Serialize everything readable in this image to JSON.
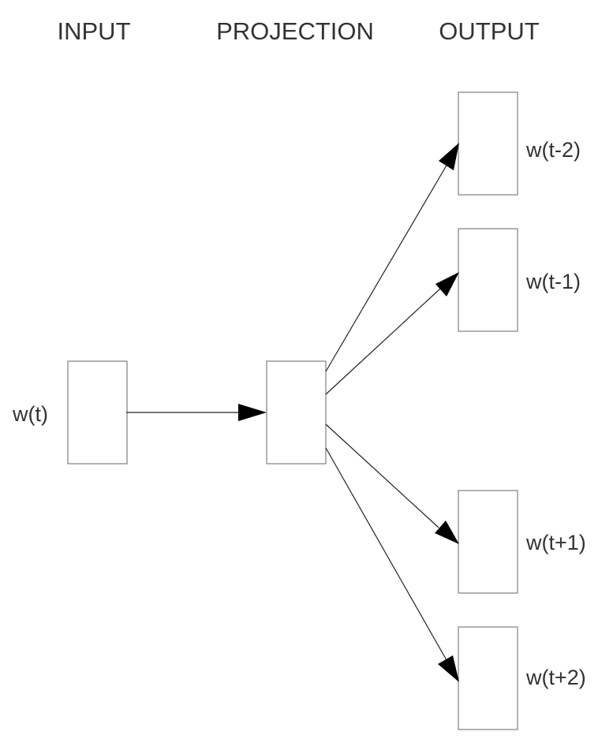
{
  "headers": {
    "input": "INPUT",
    "projection": "PROJECTION",
    "output": "OUTPUT"
  },
  "input_word": "w(t)",
  "output_words": [
    "w(t-2)",
    "w(t-1)",
    "w(t+1)",
    "w(t+2)"
  ],
  "colors": {
    "box_border": "#888888",
    "arrow": "#000000",
    "text": "#333333"
  }
}
